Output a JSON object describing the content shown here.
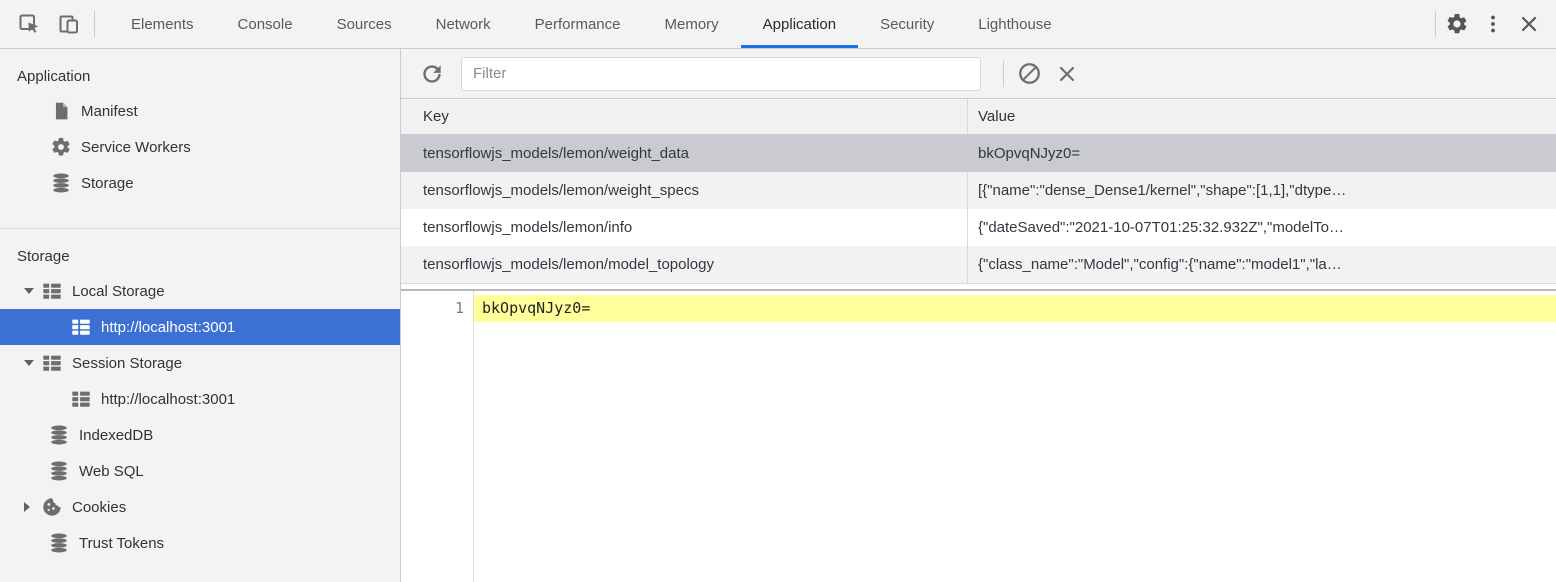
{
  "tabbar": {
    "tabs": [
      {
        "label": "Elements",
        "active": false
      },
      {
        "label": "Console",
        "active": false
      },
      {
        "label": "Sources",
        "active": false
      },
      {
        "label": "Network",
        "active": false
      },
      {
        "label": "Performance",
        "active": false
      },
      {
        "label": "Memory",
        "active": false
      },
      {
        "label": "Application",
        "active": true
      },
      {
        "label": "Security",
        "active": false
      },
      {
        "label": "Lighthouse",
        "active": false
      }
    ],
    "left_icons": [
      "inspect-cursor-icon",
      "device-toolbar-icon"
    ],
    "right_icons": [
      "settings-gear-icon",
      "more-vertical-icon",
      "close-icon"
    ]
  },
  "sidebar": {
    "sections": [
      {
        "title": "Application",
        "items": [
          {
            "label": "Manifest",
            "icon": "manifest-file-icon"
          },
          {
            "label": "Service Workers",
            "icon": "gear-icon"
          },
          {
            "label": "Storage",
            "icon": "database-icon"
          }
        ]
      },
      {
        "title": "Storage",
        "tree": [
          {
            "label": "Local Storage",
            "icon": "table-icon",
            "state": "expanded"
          },
          {
            "label": "http://localhost:3001",
            "icon": "table-icon",
            "selected": true,
            "child": true
          },
          {
            "label": "Session Storage",
            "icon": "table-icon",
            "state": "expanded"
          },
          {
            "label": "http://localhost:3001",
            "icon": "table-icon",
            "child": true
          },
          {
            "label": "IndexedDB",
            "icon": "database-icon"
          },
          {
            "label": "Web SQL",
            "icon": "database-icon"
          },
          {
            "label": "Cookies",
            "icon": "cookie-icon",
            "state": "collapsed"
          },
          {
            "label": "Trust Tokens",
            "icon": "database-icon"
          }
        ]
      }
    ]
  },
  "toolbar": {
    "filter_placeholder": "Filter",
    "icons": [
      "refresh-icon",
      "block-icon",
      "delete-icon"
    ]
  },
  "datagrid": {
    "columns": {
      "key": "Key",
      "value": "Value"
    },
    "rows": [
      {
        "key": "tensorflowjs_models/lemon/weight_data",
        "value": "bkOpvqNJyz0=",
        "selected": true
      },
      {
        "key": "tensorflowjs_models/lemon/weight_specs",
        "value": "[{\"name\":\"dense_Dense1/kernel\",\"shape\":[1,1],\"dtype…",
        "selected": false
      },
      {
        "key": "tensorflowjs_models/lemon/info",
        "value": "{\"dateSaved\":\"2021-10-07T01:25:32.932Z\",\"modelTo…",
        "selected": false
      },
      {
        "key": "tensorflowjs_models/lemon/model_topology",
        "value": "{\"class_name\":\"Model\",\"config\":{\"name\":\"model1\",\"la…",
        "selected": false
      }
    ]
  },
  "preview": {
    "line_number": "1",
    "content": "bkOpvqNJyz0="
  },
  "colors": {
    "selection_blue": "#3c70d2",
    "tab_accent_blue": "#1a73e8",
    "selected_row_gray": "#c9cbd0",
    "row_stripe": "#f2f2f2",
    "highlight_yellow": "#ffff99",
    "panel_gray": "#f3f3f3"
  }
}
